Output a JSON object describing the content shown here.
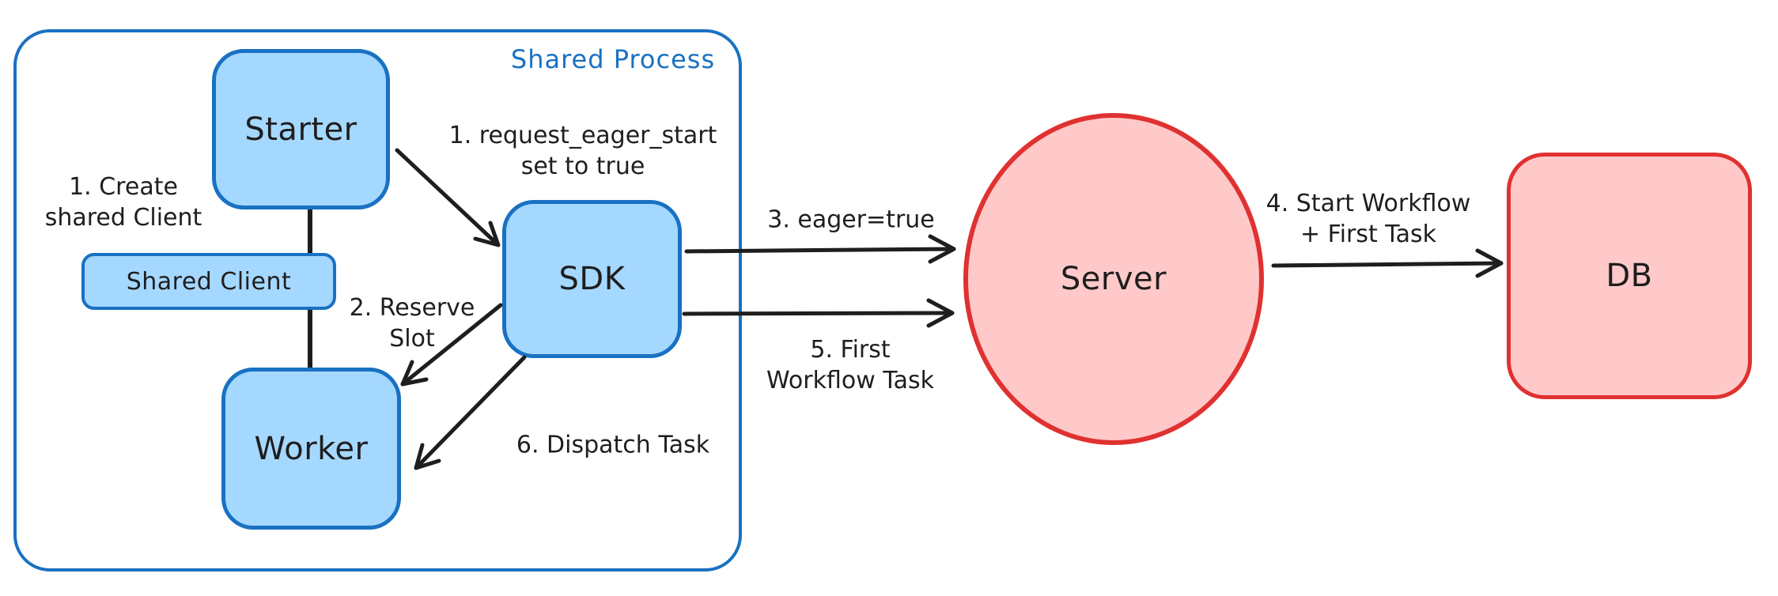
{
  "diagram": {
    "container": {
      "label": "Shared Process"
    },
    "nodes": {
      "starter": {
        "label": "Starter"
      },
      "shared_client": {
        "label": "Shared Client"
      },
      "worker": {
        "label": "Worker"
      },
      "sdk": {
        "label": "SDK"
      },
      "server": {
        "label": "Server"
      },
      "db": {
        "label": "DB"
      }
    },
    "annotations": {
      "create_shared_client": {
        "line1": "1. Create",
        "line2": "shared Client"
      },
      "request_eager_start": {
        "line1": "1. request_eager_start",
        "line2": "set to true"
      },
      "reserve_slot": {
        "line1": "2. Reserve",
        "line2": "Slot"
      },
      "eager_true": {
        "label": "3. eager=true"
      },
      "start_workflow_first_task": {
        "line1": "4. Start Workflow",
        "line2": "+ First Task"
      },
      "first_workflow_task": {
        "line1": "5. First",
        "line2": "Workflow Task"
      },
      "dispatch_task": {
        "label": "6. Dispatch Task"
      }
    },
    "colors": {
      "blue_stroke": "#1971c2",
      "blue_fill": "#a5d8ff",
      "red_stroke": "#e03131",
      "red_fill": "#ffc9c9",
      "ink": "#1e1e1e",
      "background": "#ffffff"
    }
  }
}
